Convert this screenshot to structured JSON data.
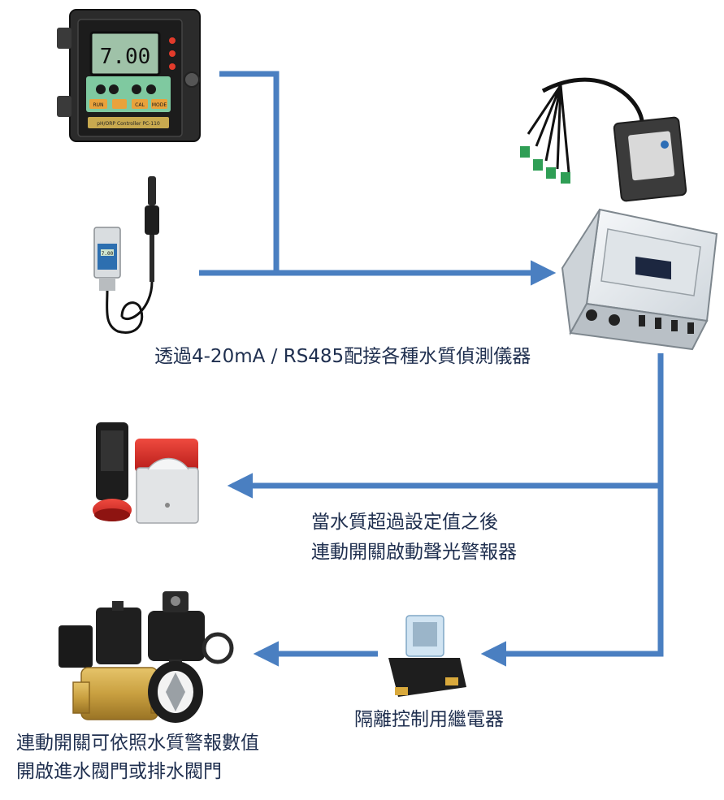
{
  "colors": {
    "arrow": "#4a7fc1",
    "text": "#1f2f4f",
    "meter_body": "#2b2b2b",
    "lcd": "#9fc2a8",
    "panel_green": "#7fc9a0",
    "sensor_blue": "#2d6fb0",
    "enclosure": "#e8ecef",
    "alarm_red": "#d82a25",
    "brass": "#c9a040"
  },
  "devices": {
    "ph_controller": {
      "display_value": "7.00",
      "model_text": "pH/ORP Controller PC-110",
      "buttons": [
        "RUN",
        "",
        "CAL",
        "MODE"
      ]
    },
    "transmitter": {
      "readout": "7.00"
    }
  },
  "labels": {
    "sensors": "透過4-20mA / RS485配接各種水質偵測儀器",
    "alarm_line1": "當水質超過設定值之後",
    "alarm_line2": "連動開關啟動聲光警報器",
    "relay": "隔離控制用繼電器",
    "valve_line1": "連動開關可依照水質警報數值",
    "valve_line2": "開啟進水閥門或排水閥門"
  }
}
